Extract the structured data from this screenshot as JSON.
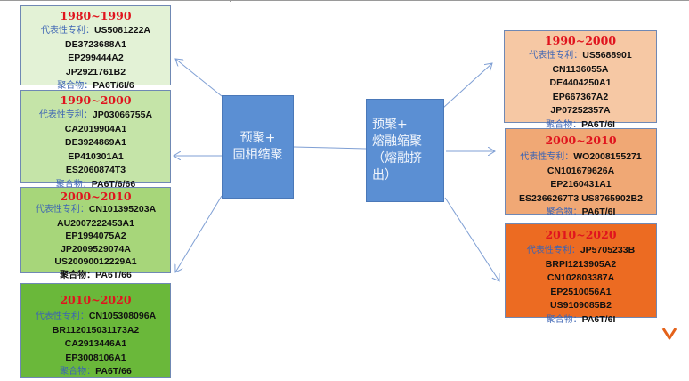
{
  "diagram": {
    "processes": {
      "solid_state": {
        "label": "预聚+\n固相缩聚"
      },
      "melt": {
        "label": "预聚+\n熔融缩聚\n（熔融挤\n出）"
      }
    },
    "labels": {
      "patents": "代表性专利：",
      "polymer": "聚合物："
    },
    "solid_state_periods": [
      {
        "period": "1980~1990",
        "patents": [
          "US5081222A",
          "DE3723688A1",
          "EP299444A2",
          "JP2921761B2"
        ],
        "polymer": "PA6T/6I/6"
      },
      {
        "period": "1990~2000",
        "patents": [
          "JP03066755A",
          "CA2019904A1",
          "DE3924869A1",
          "EP410301A1",
          "ES2060874T3"
        ],
        "polymer": "PA6T/6/66"
      },
      {
        "period": "2000~2010",
        "patents": [
          "CN101395203A",
          "AU2007222453A1",
          "EP1994075A2",
          "JP2009529074A",
          "US20090012229A1"
        ],
        "polymer": "PA6T/66"
      },
      {
        "period": "2010~2020",
        "patents": [
          "CN105308096A",
          "BR112015031173A2",
          "CA2913446A1",
          "EP3008106A1"
        ],
        "polymer": "PA6T/66"
      }
    ],
    "melt_periods": [
      {
        "period": "1990~2000",
        "patents": [
          "US5688901",
          "CN1136055A",
          "DE4404250A1",
          "EP667367A2",
          "JP07252357A"
        ],
        "polymer": "PA6T/6I"
      },
      {
        "period": "2000~2010",
        "patents": [
          "WO2008155271",
          "CN101679626A",
          "EP2160431A1",
          "ES2366267T3 US8765902B2"
        ],
        "polymer": "PA6T/6I"
      },
      {
        "period": "2010~2020",
        "patents": [
          "JP5705233B",
          "BRPI1213905A2",
          "CN102803387A",
          "EP2510056A1",
          "US9109085B2"
        ],
        "polymer": "PA6T/6I"
      }
    ],
    "colors": {
      "period_text": "#e0141e",
      "label_text": "#3c64b4",
      "process_box": "#5b8fd3",
      "connector": "#7f9fd4",
      "timeline_arrow": "#e8702a"
    }
  }
}
